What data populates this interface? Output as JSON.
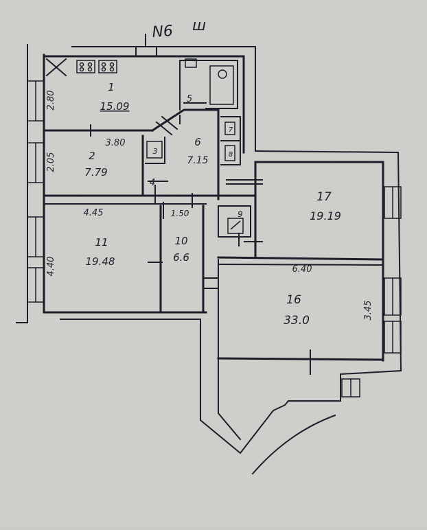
{
  "plan": {
    "title": "N6",
    "title_mark": "ш",
    "ink_color": "#1c1f2a",
    "paper_color": "#c9c9c6",
    "rooms": [
      {
        "number": "1",
        "area": "15.09"
      },
      {
        "number": "2",
        "area": "7.79"
      },
      {
        "number": "3",
        "area": ""
      },
      {
        "number": "4",
        "area": ""
      },
      {
        "number": "5",
        "area": ""
      },
      {
        "number": "6",
        "area": "7.15"
      },
      {
        "number": "7",
        "area": ""
      },
      {
        "number": "8",
        "area": ""
      },
      {
        "number": "9",
        "area": ""
      },
      {
        "number": "10",
        "area": "6.6"
      },
      {
        "number": "11",
        "area": "19.48"
      },
      {
        "number": "16",
        "area": "33.0"
      },
      {
        "number": "17",
        "area": "19.19"
      }
    ],
    "dimensions": {
      "room1_depth": "2.80",
      "room2_depth": "2.05",
      "room2_width": "3.80",
      "room11_width": "4.45",
      "room10_width": "1.50",
      "room11_depth": "4.40",
      "room16_width": "6.40",
      "room16_depth": "3.45"
    }
  }
}
